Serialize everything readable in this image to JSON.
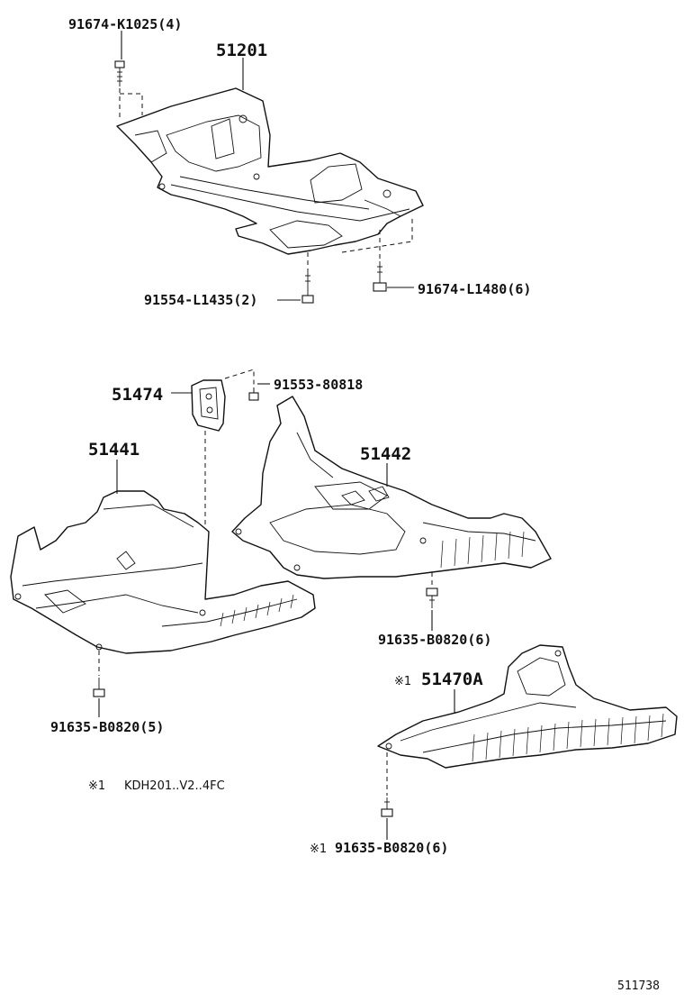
{
  "labels": {
    "p51201": "51201",
    "b91674_k1025": "91674-K1025(4)",
    "b91554_l1435": "91554-L1435(2)",
    "b91674_l1480": "91674-L1480(6)",
    "p51474": "51474",
    "b91553_80818": "91553-80818",
    "p51441": "51441",
    "p51442": "51442",
    "b91635_b0820_6a": "91635-B0820(6)",
    "p51470a_mark": "※1",
    "p51470a": "51470A",
    "b91635_b0820_5": "91635-B0820(5)",
    "b91635_b0820_6b_mark": "※1",
    "b91635_b0820_6b": "91635-B0820(6)"
  },
  "footnote": {
    "mark": "※1",
    "text": "KDH201..V2..4FC"
  },
  "reference_number": "511738"
}
